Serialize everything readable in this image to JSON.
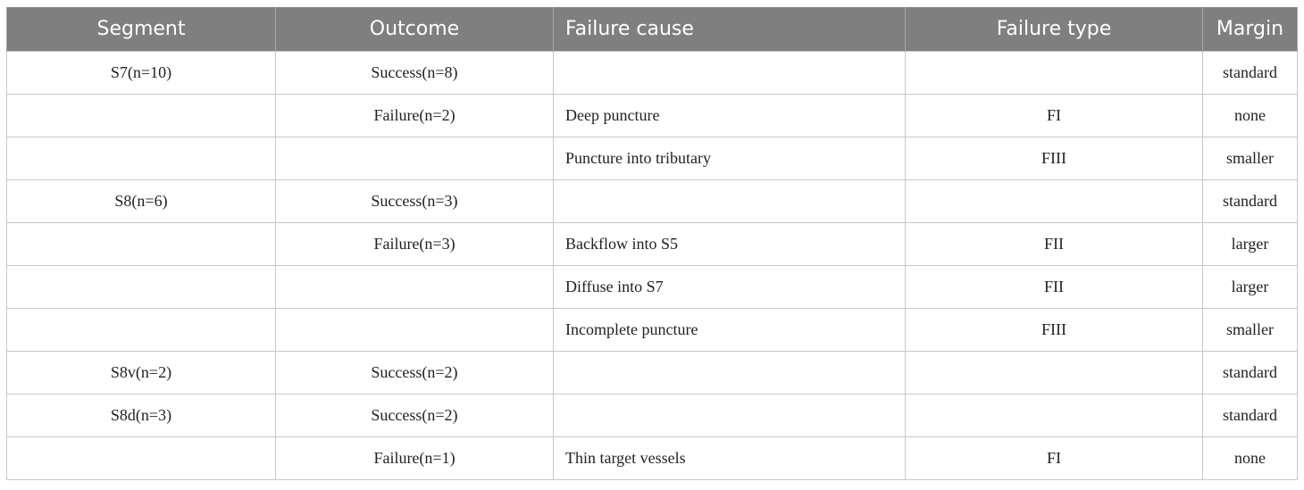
{
  "table": {
    "headers": [
      "Segment",
      "Outcome",
      "Failure cause",
      "Failure type",
      "Margin"
    ],
    "rows": [
      [
        "S7(n=10)",
        "Success(n=8)",
        "",
        "",
        "standard"
      ],
      [
        "",
        "Failure(n=2)",
        "Deep puncture",
        "FI",
        "none"
      ],
      [
        "",
        "",
        "Puncture into tributary",
        "FIII",
        "smaller"
      ],
      [
        "S8(n=6)",
        "Success(n=3)",
        "",
        "",
        "standard"
      ],
      [
        "",
        "Failure(n=3)",
        "Backflow into S5",
        "FII",
        "larger"
      ],
      [
        "",
        "",
        "Diffuse into S7",
        "FII",
        "larger"
      ],
      [
        "",
        "",
        "Incomplete puncture",
        "FIII",
        "smaller"
      ],
      [
        "S8v(n=2)",
        "Success(n=2)",
        "",
        "",
        "standard"
      ],
      [
        "S8d(n=3)",
        "Success(n=2)",
        "",
        "",
        "standard"
      ],
      [
        "",
        "Failure(n=1)",
        "Thin target vessels",
        "FI",
        "none"
      ]
    ]
  }
}
